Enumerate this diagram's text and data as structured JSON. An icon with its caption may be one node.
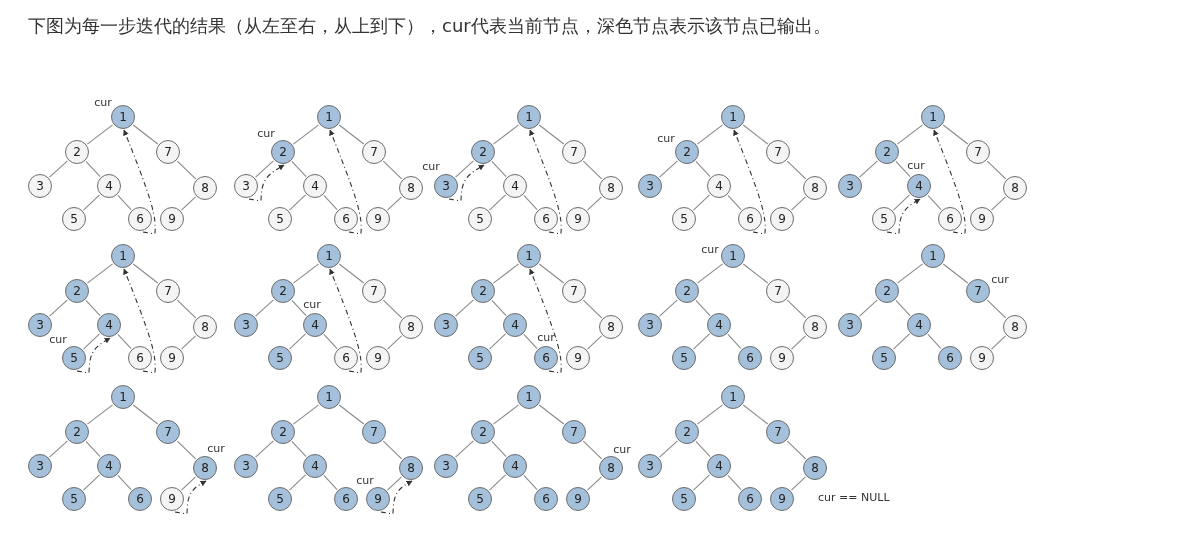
{
  "diagram": {
    "title": "下图为每一步迭代的结果（从左至右，从上到下），cur代表当前节点，深色节点表示该节点已输出。",
    "nodes": [
      {
        "text": [
          "1"
        ],
        "beside": [
          "cur"
        ]
      },
      {
        "text": [
          "2"
        ]
      },
      {
        "text": [
          "7"
        ]
      },
      {
        "text": [
          "3"
        ]
      },
      {
        "text": [
          "4"
        ]
      },
      {
        "text": [
          "8"
        ]
      },
      {
        "text": [
          "5"
        ]
      },
      {
        "text": [
          "6"
        ]
      },
      {
        "text": [
          "9"
        ]
      },
      {
        "text": [
          "1"
        ]
      },
      {
        "text": [
          "2"
        ],
        "beside": [
          "cur"
        ]
      },
      {
        "text": [
          "7"
        ]
      },
      {
        "text": [
          "3"
        ]
      },
      {
        "text": [
          "4"
        ]
      },
      {
        "text": [
          "8"
        ]
      },
      {
        "text": [
          "5"
        ]
      },
      {
        "text": [
          "6"
        ]
      },
      {
        "text": [
          "9"
        ]
      },
      {
        "text": [
          "1"
        ]
      },
      {
        "text": [
          "2"
        ]
      },
      {
        "text": [
          "7"
        ]
      },
      {
        "text": [
          "3"
        ],
        "beside": [
          "cur"
        ]
      },
      {
        "text": [
          "4"
        ]
      },
      {
        "text": [
          "8"
        ]
      },
      {
        "text": [
          "5"
        ]
      },
      {
        "text": [
          "6"
        ]
      },
      {
        "text": [
          "9"
        ]
      },
      {
        "text": [
          "1"
        ]
      },
      {
        "text": [
          "2"
        ],
        "beside": [
          "cur"
        ]
      },
      {
        "text": [
          "7"
        ]
      },
      {
        "text": [
          "3"
        ]
      },
      {
        "text": [
          "4"
        ]
      },
      {
        "text": [
          "8"
        ]
      },
      {
        "text": [
          "5"
        ]
      },
      {
        "text": [
          "6"
        ]
      },
      {
        "text": [
          "9"
        ]
      },
      {
        "text": [
          "1"
        ]
      },
      {
        "text": [
          "2"
        ]
      },
      {
        "text": [
          "7"
        ]
      },
      {
        "text": [
          "3"
        ]
      },
      {
        "text": [
          "4"
        ],
        "beside": [
          "cur"
        ]
      },
      {
        "text": [
          "8"
        ]
      },
      {
        "text": [
          "5"
        ]
      },
      {
        "text": [
          "6"
        ]
      },
      {
        "text": [
          "9"
        ]
      },
      {
        "text": [
          "1"
        ]
      },
      {
        "text": [
          "2"
        ]
      },
      {
        "text": [
          "7"
        ]
      },
      {
        "text": [
          "3"
        ]
      },
      {
        "text": [
          "4"
        ]
      },
      {
        "text": [
          "8"
        ]
      },
      {
        "text": [
          "5"
        ],
        "beside": [
          "cur"
        ]
      },
      {
        "text": [
          "6"
        ]
      },
      {
        "text": [
          "9"
        ]
      },
      {
        "text": [
          "1"
        ]
      },
      {
        "text": [
          "2"
        ]
      },
      {
        "text": [
          "7"
        ]
      },
      {
        "text": [
          "3"
        ]
      },
      {
        "text": [
          "4"
        ],
        "beside": [
          "cur"
        ]
      },
      {
        "text": [
          "8"
        ]
      },
      {
        "text": [
          "5"
        ]
      },
      {
        "text": [
          "6"
        ]
      },
      {
        "text": [
          "9"
        ]
      },
      {
        "text": [
          "1"
        ]
      },
      {
        "text": [
          "2"
        ]
      },
      {
        "text": [
          "7"
        ]
      },
      {
        "text": [
          "3"
        ]
      },
      {
        "text": [
          "4"
        ]
      },
      {
        "text": [
          "8"
        ]
      },
      {
        "text": [
          "5"
        ]
      },
      {
        "text": [
          "6"
        ],
        "beside": [
          "cur"
        ]
      },
      {
        "text": [
          "9"
        ]
      },
      {
        "text": [
          "1"
        ],
        "beside": [
          "cur"
        ]
      },
      {
        "text": [
          "2"
        ]
      },
      {
        "text": [
          "7"
        ]
      },
      {
        "text": [
          "3"
        ]
      },
      {
        "text": [
          "4"
        ]
      },
      {
        "text": [
          "8"
        ]
      },
      {
        "text": [
          "5"
        ]
      },
      {
        "text": [
          "6"
        ]
      },
      {
        "text": [
          "9"
        ]
      },
      {
        "text": [
          "1"
        ]
      },
      {
        "text": [
          "2"
        ]
      },
      {
        "text": [
          "7"
        ],
        "beside": [
          "cur"
        ]
      },
      {
        "text": [
          "3"
        ]
      },
      {
        "text": [
          "4"
        ]
      },
      {
        "text": [
          "8"
        ]
      },
      {
        "text": [
          "5"
        ]
      },
      {
        "text": [
          "6"
        ]
      },
      {
        "text": [
          "9"
        ]
      },
      {
        "text": [
          "1"
        ]
      },
      {
        "text": [
          "2"
        ]
      },
      {
        "text": [
          "7"
        ]
      },
      {
        "text": [
          "3"
        ]
      },
      {
        "text": [
          "4"
        ]
      },
      {
        "text": [
          "8"
        ],
        "beside": [
          "cur"
        ]
      },
      {
        "text": [
          "5"
        ]
      },
      {
        "text": [
          "6"
        ]
      },
      {
        "text": [
          "9"
        ]
      },
      {
        "text": [
          "1"
        ]
      },
      {
        "text": [
          "2"
        ]
      },
      {
        "text": [
          "7"
        ]
      },
      {
        "text": [
          "3"
        ]
      },
      {
        "text": [
          "4"
        ]
      },
      {
        "text": [
          "8"
        ]
      },
      {
        "text": [
          "5"
        ]
      },
      {
        "text": [
          "6"
        ]
      },
      {
        "text": [
          "9"
        ],
        "beside": [
          "cur"
        ]
      },
      {
        "text": [
          "1"
        ]
      },
      {
        "text": [
          "2"
        ]
      },
      {
        "text": [
          "7"
        ]
      },
      {
        "text": [
          "3"
        ]
      },
      {
        "text": [
          "4"
        ]
      },
      {
        "text": [
          "8"
        ],
        "beside": [
          "cur"
        ]
      },
      {
        "text": [
          "5"
        ]
      },
      {
        "text": [
          "6"
        ]
      },
      {
        "text": [
          "9"
        ]
      },
      {
        "text": [
          "1"
        ]
      },
      {
        "text": [
          "2"
        ]
      },
      {
        "text": [
          "7"
        ]
      },
      {
        "text": [
          "3"
        ]
      },
      {
        "text": [
          "4"
        ]
      },
      {
        "text": [
          "8"
        ]
      },
      {
        "text": [
          "5"
        ]
      },
      {
        "text": [
          "6"
        ]
      },
      {
        "text": [
          "9"
        ]
      }
    ],
    "edges": [
      {
        "from": 0,
        "to": 1,
        "arrow": "none"
      },
      {
        "from": 0,
        "to": 2,
        "arrow": "none"
      },
      {
        "from": 1,
        "to": 3,
        "arrow": "none"
      },
      {
        "from": 1,
        "to": 4,
        "arrow": "none"
      },
      {
        "from": 2,
        "to": 5,
        "arrow": "none"
      },
      {
        "from": 4,
        "to": 6,
        "arrow": "none"
      },
      {
        "from": 4,
        "to": 7,
        "arrow": "none"
      },
      {
        "from": 5,
        "to": 8,
        "arrow": "none"
      },
      {
        "from": 7,
        "to": 0,
        "arrow": "to",
        "style": "dashed",
        "color": "#333333"
      },
      {
        "from": 9,
        "to": 10,
        "arrow": "none"
      },
      {
        "from": 9,
        "to": 11,
        "arrow": "none"
      },
      {
        "from": 10,
        "to": 12,
        "arrow": "none"
      },
      {
        "from": 10,
        "to": 13,
        "arrow": "none"
      },
      {
        "from": 11,
        "to": 14,
        "arrow": "none"
      },
      {
        "from": 13,
        "to": 15,
        "arrow": "none"
      },
      {
        "from": 13,
        "to": 16,
        "arrow": "none"
      },
      {
        "from": 14,
        "to": 17,
        "arrow": "none"
      },
      {
        "from": 12,
        "to": 10,
        "arrow": "to",
        "style": "dashed",
        "color": "#333333"
      },
      {
        "from": 16,
        "to": 9,
        "arrow": "to",
        "style": "dashed",
        "color": "#333333"
      },
      {
        "from": 18,
        "to": 19,
        "arrow": "none"
      },
      {
        "from": 18,
        "to": 20,
        "arrow": "none"
      },
      {
        "from": 19,
        "to": 21,
        "arrow": "none"
      },
      {
        "from": 19,
        "to": 22,
        "arrow": "none"
      },
      {
        "from": 20,
        "to": 23,
        "arrow": "none"
      },
      {
        "from": 22,
        "to": 24,
        "arrow": "none"
      },
      {
        "from": 22,
        "to": 25,
        "arrow": "none"
      },
      {
        "from": 23,
        "to": 26,
        "arrow": "none"
      },
      {
        "from": 21,
        "to": 19,
        "arrow": "to",
        "style": "dashed",
        "color": "#333333"
      },
      {
        "from": 25,
        "to": 18,
        "arrow": "to",
        "style": "dashed",
        "color": "#333333"
      },
      {
        "from": 27,
        "to": 28,
        "arrow": "none"
      },
      {
        "from": 27,
        "to": 29,
        "arrow": "none"
      },
      {
        "from": 28,
        "to": 30,
        "arrow": "none"
      },
      {
        "from": 28,
        "to": 31,
        "arrow": "none"
      },
      {
        "from": 29,
        "to": 32,
        "arrow": "none"
      },
      {
        "from": 31,
        "to": 33,
        "arrow": "none"
      },
      {
        "from": 31,
        "to": 34,
        "arrow": "none"
      },
      {
        "from": 32,
        "to": 35,
        "arrow": "none"
      },
      {
        "from": 34,
        "to": 27,
        "arrow": "to",
        "style": "dashed",
        "color": "#333333"
      },
      {
        "from": 36,
        "to": 37,
        "arrow": "none"
      },
      {
        "from": 36,
        "to": 38,
        "arrow": "none"
      },
      {
        "from": 37,
        "to": 39,
        "arrow": "none"
      },
      {
        "from": 37,
        "to": 40,
        "arrow": "none"
      },
      {
        "from": 38,
        "to": 41,
        "arrow": "none"
      },
      {
        "from": 40,
        "to": 42,
        "arrow": "none"
      },
      {
        "from": 40,
        "to": 43,
        "arrow": "none"
      },
      {
        "from": 41,
        "to": 44,
        "arrow": "none"
      },
      {
        "from": 42,
        "to": 40,
        "arrow": "to",
        "style": "dashed",
        "color": "#333333"
      },
      {
        "from": 43,
        "to": 36,
        "arrow": "to",
        "style": "dashed",
        "color": "#333333"
      },
      {
        "from": 45,
        "to": 46,
        "arrow": "none"
      },
      {
        "from": 45,
        "to": 47,
        "arrow": "none"
      },
      {
        "from": 46,
        "to": 48,
        "arrow": "none"
      },
      {
        "from": 46,
        "to": 49,
        "arrow": "none"
      },
      {
        "from": 47,
        "to": 50,
        "arrow": "none"
      },
      {
        "from": 49,
        "to": 51,
        "arrow": "none"
      },
      {
        "from": 49,
        "to": 52,
        "arrow": "none"
      },
      {
        "from": 50,
        "to": 53,
        "arrow": "none"
      },
      {
        "from": 51,
        "to": 49,
        "arrow": "to",
        "style": "dashed",
        "color": "#333333"
      },
      {
        "from": 52,
        "to": 45,
        "arrow": "to",
        "style": "dashed",
        "color": "#333333"
      },
      {
        "from": 54,
        "to": 55,
        "arrow": "none"
      },
      {
        "from": 54,
        "to": 56,
        "arrow": "none"
      },
      {
        "from": 55,
        "to": 57,
        "arrow": "none"
      },
      {
        "from": 55,
        "to": 58,
        "arrow": "none"
      },
      {
        "from": 56,
        "to": 59,
        "arrow": "none"
      },
      {
        "from": 58,
        "to": 60,
        "arrow": "none"
      },
      {
        "from": 58,
        "to": 61,
        "arrow": "none"
      },
      {
        "from": 59,
        "to": 62,
        "arrow": "none"
      },
      {
        "from": 61,
        "to": 54,
        "arrow": "to",
        "style": "dashed",
        "color": "#333333"
      },
      {
        "from": 63,
        "to": 64,
        "arrow": "none"
      },
      {
        "from": 63,
        "to": 65,
        "arrow": "none"
      },
      {
        "from": 64,
        "to": 66,
        "arrow": "none"
      },
      {
        "from": 64,
        "to": 67,
        "arrow": "none"
      },
      {
        "from": 65,
        "to": 68,
        "arrow": "none"
      },
      {
        "from": 67,
        "to": 69,
        "arrow": "none"
      },
      {
        "from": 67,
        "to": 70,
        "arrow": "none"
      },
      {
        "from": 68,
        "to": 71,
        "arrow": "none"
      },
      {
        "from": 70,
        "to": 63,
        "arrow": "to",
        "style": "dashed",
        "color": "#333333"
      },
      {
        "from": 72,
        "to": 73,
        "arrow": "none"
      },
      {
        "from": 72,
        "to": 74,
        "arrow": "none"
      },
      {
        "from": 73,
        "to": 75,
        "arrow": "none"
      },
      {
        "from": 73,
        "to": 76,
        "arrow": "none"
      },
      {
        "from": 74,
        "to": 77,
        "arrow": "none"
      },
      {
        "from": 76,
        "to": 78,
        "arrow": "none"
      },
      {
        "from": 76,
        "to": 79,
        "arrow": "none"
      },
      {
        "from": 77,
        "to": 80,
        "arrow": "none"
      },
      {
        "from": 81,
        "to": 82,
        "arrow": "none"
      },
      {
        "from": 81,
        "to": 83,
        "arrow": "none"
      },
      {
        "from": 82,
        "to": 84,
        "arrow": "none"
      },
      {
        "from": 82,
        "to": 85,
        "arrow": "none"
      },
      {
        "from": 83,
        "to": 86,
        "arrow": "none"
      },
      {
        "from": 85,
        "to": 87,
        "arrow": "none"
      },
      {
        "from": 85,
        "to": 88,
        "arrow": "none"
      },
      {
        "from": 86,
        "to": 89,
        "arrow": "none"
      },
      {
        "from": 90,
        "to": 91,
        "arrow": "none"
      },
      {
        "from": 90,
        "to": 92,
        "arrow": "none"
      },
      {
        "from": 91,
        "to": 93,
        "arrow": "none"
      },
      {
        "from": 91,
        "to": 94,
        "arrow": "none"
      },
      {
        "from": 92,
        "to": 95,
        "arrow": "none"
      },
      {
        "from": 94,
        "to": 96,
        "arrow": "none"
      },
      {
        "from": 94,
        "to": 97,
        "arrow": "none"
      },
      {
        "from": 95,
        "to": 98,
        "arrow": "none"
      },
      {
        "from": 98,
        "to": 95,
        "arrow": "to",
        "style": "dashed",
        "color": "#333333"
      },
      {
        "from": 99,
        "to": 100,
        "arrow": "none"
      },
      {
        "from": 99,
        "to": 101,
        "arrow": "none"
      },
      {
        "from": 100,
        "to": 102,
        "arrow": "none"
      },
      {
        "from": 100,
        "to": 103,
        "arrow": "none"
      },
      {
        "from": 101,
        "to": 104,
        "arrow": "none"
      },
      {
        "from": 103,
        "to": 105,
        "arrow": "none"
      },
      {
        "from": 103,
        "to": 106,
        "arrow": "none"
      },
      {
        "from": 104,
        "to": 107,
        "arrow": "none"
      },
      {
        "from": 107,
        "to": 104,
        "arrow": "to",
        "style": "dashed",
        "color": "#333333"
      },
      {
        "from": 108,
        "to": 109,
        "arrow": "none"
      },
      {
        "from": 108,
        "to": 110,
        "arrow": "none"
      },
      {
        "from": 109,
        "to": 111,
        "arrow": "none"
      },
      {
        "from": 109,
        "to": 112,
        "arrow": "none"
      },
      {
        "from": 110,
        "to": 113,
        "arrow": "none"
      },
      {
        "from": 112,
        "to": 114,
        "arrow": "none"
      },
      {
        "from": 112,
        "to": 115,
        "arrow": "none"
      },
      {
        "from": 113,
        "to": 116,
        "arrow": "none"
      },
      {
        "from": 117,
        "to": 118,
        "arrow": "none"
      },
      {
        "from": 117,
        "to": 119,
        "arrow": "none"
      },
      {
        "from": 118,
        "to": 120,
        "arrow": "none"
      },
      {
        "from": 118,
        "to": 121,
        "arrow": "none"
      },
      {
        "from": 119,
        "to": 122,
        "arrow": "none"
      },
      {
        "from": 121,
        "to": 123,
        "arrow": "none"
      },
      {
        "from": 121,
        "to": 124,
        "arrow": "none"
      },
      {
        "from": 122,
        "to": 125,
        "arrow": "none"
      }
    ],
    "labels": [
      "cur == NULL"
    ]
  }
}
